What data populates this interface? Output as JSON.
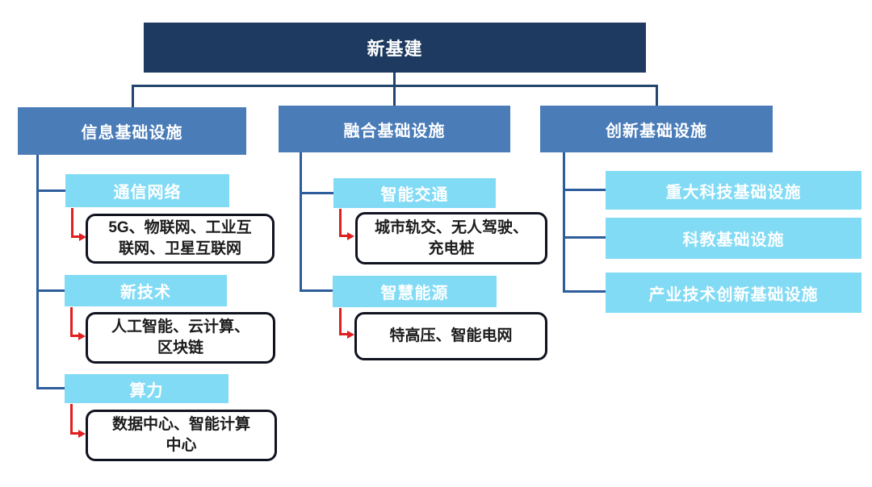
{
  "colors": {
    "root_bg": "#1f3a60",
    "level2_bg": "#4a7cb8",
    "sub_bg": "#82dbf5",
    "connector_dark": "#24456e",
    "connector_blue": "#2e5d9c",
    "arrow_red": "#e02020",
    "detail_border": "#10131f",
    "text_light": "#ffffff",
    "text_dark": "#1b1b1b"
  },
  "root": {
    "label": "新基建"
  },
  "branches": {
    "info": {
      "header": "信息基础设施",
      "items": [
        {
          "title": "通信网络",
          "detail": "5G、物联网、工业互联网、卫星互联网"
        },
        {
          "title": "新技术",
          "detail": "人工智能、云计算、区块链"
        },
        {
          "title": "算力",
          "detail": "数据中心、智能计算中心"
        }
      ]
    },
    "fusion": {
      "header": "融合基础设施",
      "items": [
        {
          "title": "智能交通",
          "detail": "城市轨交、无人驾驶、充电桩"
        },
        {
          "title": "智慧能源",
          "detail": "特高压、智能电网"
        }
      ]
    },
    "innovation": {
      "header": "创新基础设施",
      "items": [
        {
          "title": "重大科技基础设施"
        },
        {
          "title": "科教基础设施"
        },
        {
          "title": "产业技术创新基础设施"
        }
      ]
    }
  }
}
